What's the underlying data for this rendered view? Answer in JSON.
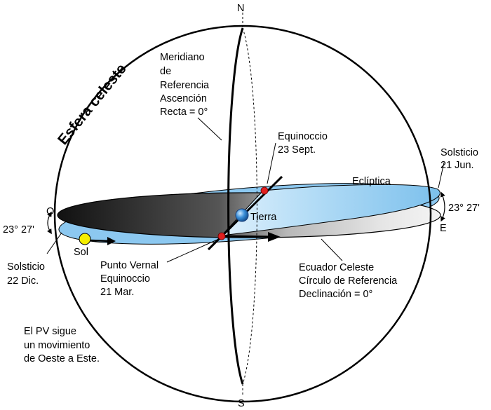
{
  "diagram": {
    "title": "Esfera celeste",
    "poles": {
      "north": "N",
      "south": "S"
    },
    "cardinal": {
      "west": "O",
      "east": "E"
    },
    "meridian_label": [
      "Meridiano",
      "de",
      "Referencia",
      "Ascención",
      "Recta = 0°"
    ],
    "equinox_sept": [
      "Equinoccio",
      "23 Sept."
    ],
    "solstice_jun": [
      "Solsticio",
      "21 Jun."
    ],
    "ecliptic": "Eclíptica",
    "earth": "Tierra",
    "angle_right": "23° 27'",
    "angle_left": "23° 27'",
    "sun": "Sol",
    "solstice_dec": [
      "Solsticio",
      "22 Dic."
    ],
    "vernal_point": [
      "Punto Vernal",
      "Equinoccio",
      "21 Mar."
    ],
    "equator": [
      "Ecuador Celeste",
      "Círculo de Referencia",
      "Declinación = 0°"
    ],
    "note": [
      "El PV sigue",
      "un movimiento",
      "de Oeste a Este."
    ],
    "colors": {
      "ecliptic_fill": "#8cc8f0",
      "equator_dark": "#1e1e1e",
      "sun": "#f5ee00",
      "earth": "#3a8fd8",
      "equinox_dot": "#e02020"
    }
  }
}
